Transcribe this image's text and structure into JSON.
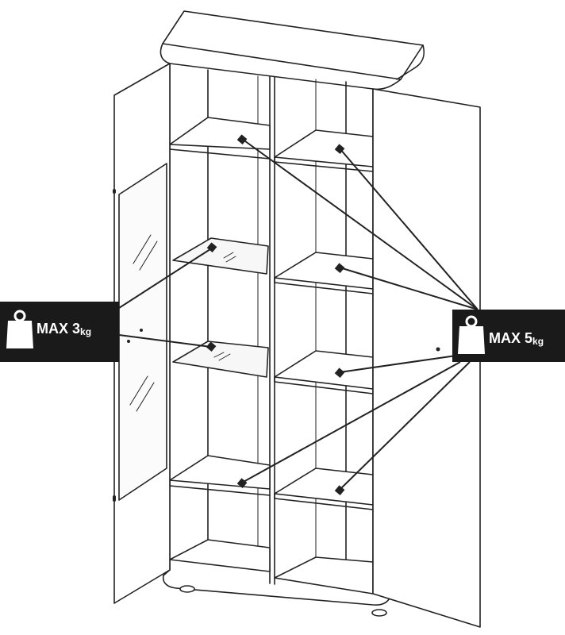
{
  "badges": {
    "left": {
      "main": "MAX 3",
      "unit": "kg",
      "icon": "weight-icon"
    },
    "right": {
      "main": "MAX 5",
      "unit": "kg",
      "icon": "weight-icon"
    }
  },
  "colors": {
    "line": "#222222",
    "badge": "#1a1a1a",
    "badge_text": "#ffffff",
    "glass_tint": "#f2f2f2"
  }
}
